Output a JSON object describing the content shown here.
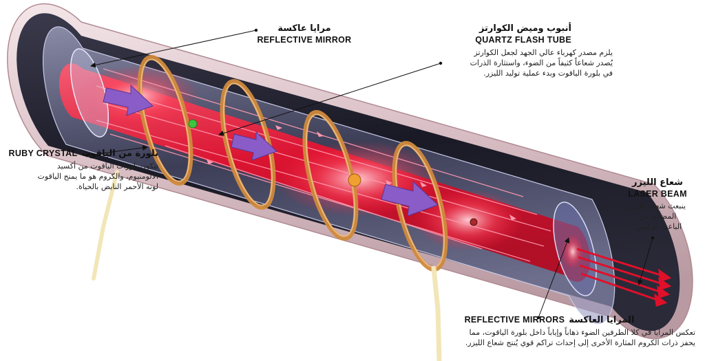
{
  "labels": {
    "reflective_mirror": {
      "ar": "مرايا عاكسة",
      "en": "REFLECTIVE MIRROR"
    },
    "quartz_flash_tube": {
      "ar": "أنبوب وميض الكوارتز",
      "en": "QUARTZ FLASH TUBE",
      "desc": [
        "يلزم مصدر كهرباء عالي الجهد لجعل الكوارتز",
        "يُصدر شعاعاً كثيفاً من الضوء، واستثارة الذرات",
        "في بلورة الياقوت وبدء عملية توليد الليزر."
      ]
    },
    "ruby_crystal": {
      "ar": "بلورة من الياقوت",
      "en": "RUBY CRYSTAL",
      "desc": [
        "تتكون بلورات الياقوت من أكسيد",
        "الألومنيوم، والكروم هو ما يمنح الياقوت",
        "لونه الأحمر النابض بالحياة."
      ]
    },
    "laser_beam": {
      "ar": "شعاع الليزر",
      "en": "LASER BEAM",
      "desc": [
        "ينبعث شعاع الليزر",
        "المضخَّم من",
        "الباعث الرئيس."
      ]
    },
    "reflective_mirrors": {
      "ar": "المرايا العاكسة",
      "en": "REFLECTIVE MIRRORS",
      "desc": [
        "تعكس المرايا في كلا الطرفين الضوء ذهاباً وإياباً داخل بلورة الياقوت، مما",
        "يحفز ذرات الكروم المثارة الأخرى إلى إحداث تراكم قوي يُنتج شعاع الليزر."
      ]
    }
  },
  "colors": {
    "tube_outer": "#e8d6da",
    "tube_dark": "#1e1e2a",
    "ruby_red": "#e8102e",
    "coil_copper": "#d08a3c",
    "arrow_purple": "#8a5cc8",
    "laser_red": "#e0102a"
  }
}
